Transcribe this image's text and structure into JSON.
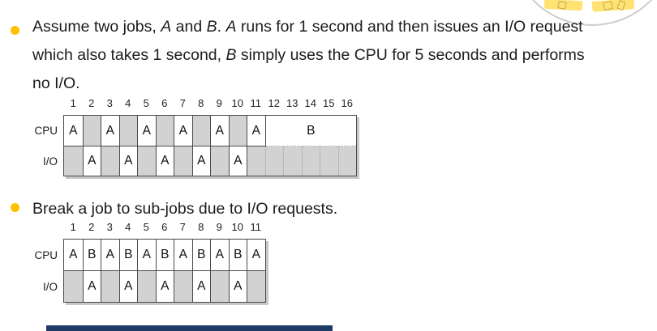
{
  "colors": {
    "bullet": "#FFC000",
    "idle_cell": "#D2D2D2",
    "grid_border": "#4A4A4A",
    "footer_bar": "#1E3A67",
    "seal_yellow": "#FFE272"
  },
  "bullet1": {
    "lines": [
      [
        {
          "t": "Assume two jobs, "
        },
        {
          "t": "A",
          "i": true
        },
        {
          "t": " and "
        },
        {
          "t": "B",
          "i": true
        },
        {
          "t": ". "
        },
        {
          "t": "A",
          "i": true
        },
        {
          "t": " runs for 1 second and then issues an I/O request"
        }
      ],
      [
        {
          "t": "which also takes 1 second, "
        },
        {
          "t": "B",
          "i": true
        },
        {
          "t": " simply uses the CPU for 5 seconds and performs"
        }
      ],
      [
        {
          "t": "no I/O."
        }
      ]
    ]
  },
  "bullet2": {
    "lines": [
      [
        {
          "t": "Break a job to sub-jobs due to I/O requests."
        }
      ]
    ]
  },
  "diagram1": {
    "ticks": [
      "1",
      "2",
      "3",
      "4",
      "5",
      "6",
      "7",
      "8",
      "9",
      "10",
      "11",
      "12",
      "13",
      "14",
      "15",
      "16"
    ],
    "rows": [
      {
        "label": "CPU",
        "cells": [
          {
            "t": "A"
          },
          {},
          {
            "t": "A"
          },
          {},
          {
            "t": "A"
          },
          {},
          {
            "t": "A"
          },
          {},
          {
            "t": "A"
          },
          {},
          {
            "t": "A"
          },
          {
            "t": "B",
            "span": 5
          }
        ]
      },
      {
        "label": "I/O",
        "cells": [
          {},
          {
            "t": "A"
          },
          {},
          {
            "t": "A"
          },
          {},
          {
            "t": "A"
          },
          {},
          {
            "t": "A"
          },
          {},
          {
            "t": "A"
          },
          {},
          {},
          {},
          {},
          {},
          {}
        ]
      }
    ]
  },
  "diagram2": {
    "ticks": [
      "1",
      "2",
      "3",
      "4",
      "5",
      "6",
      "7",
      "8",
      "9",
      "10",
      "11"
    ],
    "rows": [
      {
        "label": "CPU",
        "cells": [
          {
            "t": "A"
          },
          {
            "t": "B"
          },
          {
            "t": "A"
          },
          {
            "t": "B"
          },
          {
            "t": "A"
          },
          {
            "t": "B"
          },
          {
            "t": "A"
          },
          {
            "t": "B"
          },
          {
            "t": "A"
          },
          {
            "t": "B"
          },
          {
            "t": "A"
          }
        ]
      },
      {
        "label": "I/O",
        "cells": [
          {},
          {
            "t": "A"
          },
          {},
          {
            "t": "A"
          },
          {},
          {
            "t": "A"
          },
          {},
          {
            "t": "A"
          },
          {},
          {
            "t": "A"
          },
          {}
        ]
      }
    ]
  }
}
